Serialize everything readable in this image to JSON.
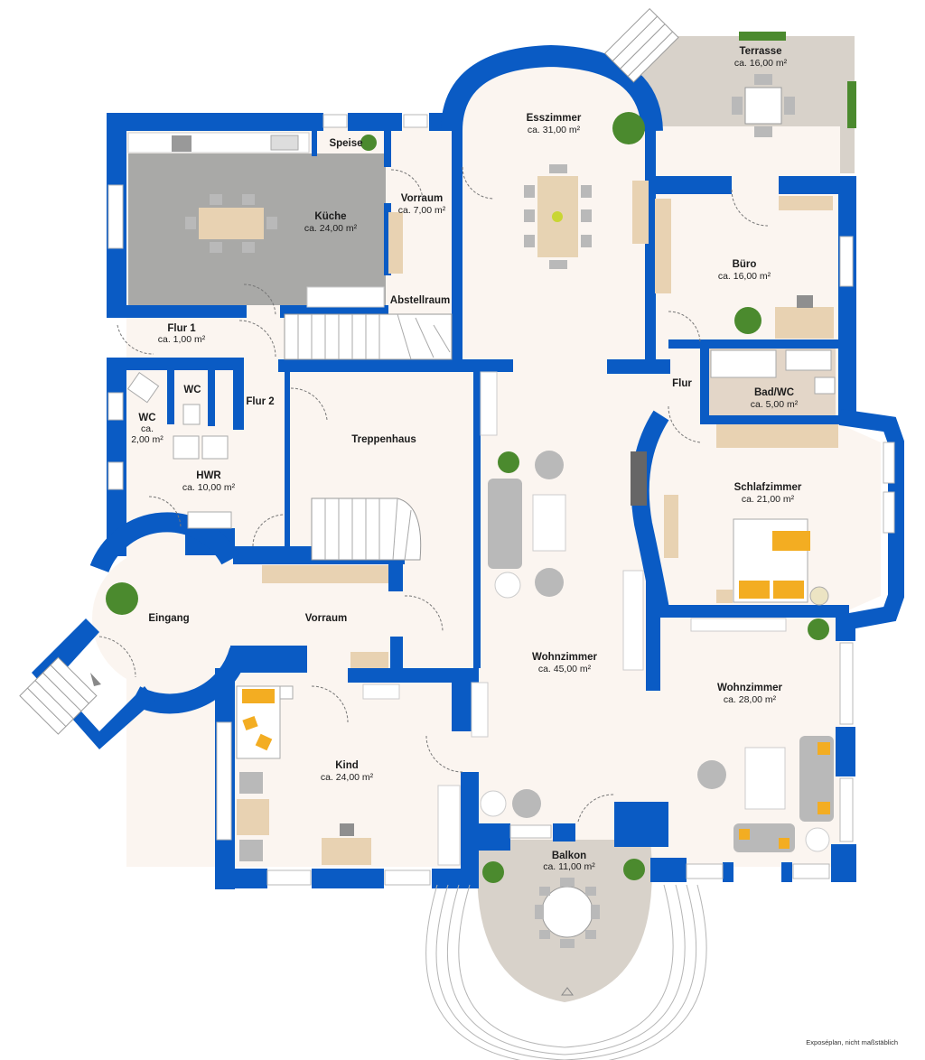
{
  "rooms": {
    "terrasse": {
      "name": "Terrasse",
      "area": "ca. 16,00 m²"
    },
    "esszimmer": {
      "name": "Esszimmer",
      "area": "ca. 31,00 m²"
    },
    "kueche": {
      "name": "Küche",
      "area": "ca. 24,00 m²"
    },
    "speise": {
      "name": "Speise"
    },
    "vorraum_top": {
      "name": "Vorraum",
      "area": "ca. 7,00 m²"
    },
    "abstellraum": {
      "name": "Abstellraum"
    },
    "buero": {
      "name": "Büro",
      "area": "ca. 16,00 m²"
    },
    "flur1": {
      "name": "Flur 1",
      "area": "ca. 1,00 m²"
    },
    "flur2": {
      "name": "Flur 2"
    },
    "wc_small": {
      "name": "WC"
    },
    "wc": {
      "name": "WC",
      "area_line1": "ca.",
      "area_line2": "2,00 m²"
    },
    "flur": {
      "name": "Flur"
    },
    "bad_wc": {
      "name": "Bad/WC",
      "area": "ca. 5,00 m²"
    },
    "treppenhaus": {
      "name": "Treppenhaus"
    },
    "hwr": {
      "name": "HWR",
      "area": "ca. 10,00 m²"
    },
    "schlafzimmer": {
      "name": "Schlafzimmer",
      "area": "ca. 21,00 m²"
    },
    "eingang": {
      "name": "Eingang"
    },
    "vorraum_mid": {
      "name": "Vorraum"
    },
    "wohnzimmer_main": {
      "name": "Wohnzimmer",
      "area": "ca. 45,00 m²"
    },
    "wohnzimmer_right": {
      "name": "Wohnzimmer",
      "area": "ca. 28,00 m²"
    },
    "kind": {
      "name": "Kind",
      "area": "ca. 24,00 m²"
    },
    "balkon": {
      "name": "Balkon",
      "area": "ca. 11,00 m²"
    }
  },
  "footnote": "Exposéplan, nicht maßstäblich",
  "colors": {
    "wall": "#0a5bc4",
    "floor": "#fbf5f0",
    "tile": "#d8d2ca",
    "kitchen_tile": "#a9a9a7",
    "accent": "#f3ad22"
  }
}
